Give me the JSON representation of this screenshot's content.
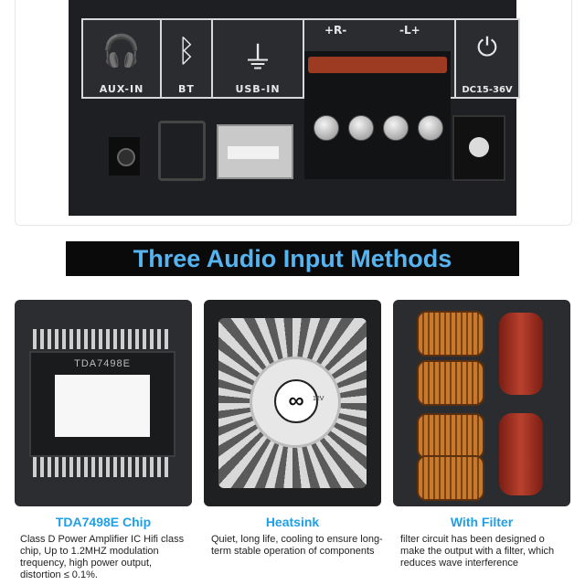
{
  "board": {
    "ports": [
      {
        "label": "AUX-IN",
        "icon": "headphone-jack-icon"
      },
      {
        "label": "BT",
        "icon": "bluetooth-icon"
      },
      {
        "label": "USB-IN",
        "icon": "usb-icon"
      },
      {
        "label": "DC15-36V",
        "icon": "power-icon"
      }
    ],
    "speaker_right": "+R-",
    "speaker_left": "-L+"
  },
  "banner": {
    "title": "Three Audio Input Methods",
    "text_color": "#56b4f0"
  },
  "features": [
    {
      "chip_marking": "TDA7498E",
      "title": "TDA7498E Chip",
      "description": "Class D Power Amplifier IC Hifi class chip, Up to 1.2MHZ modulation trequency, high power output, distortion ≤ 0.1%."
    },
    {
      "fan_marking": "12V",
      "title": "Heatsink",
      "description": "Quiet, long life, cooling to ensure long-term stable operation of components"
    },
    {
      "title": "With Filter",
      "description": "filter circuit has been designed o make the output with a filter, which reduces wave interference"
    }
  ],
  "colors": {
    "accent": "#1f9fe6",
    "banner_bg": "#0a0a0a"
  }
}
